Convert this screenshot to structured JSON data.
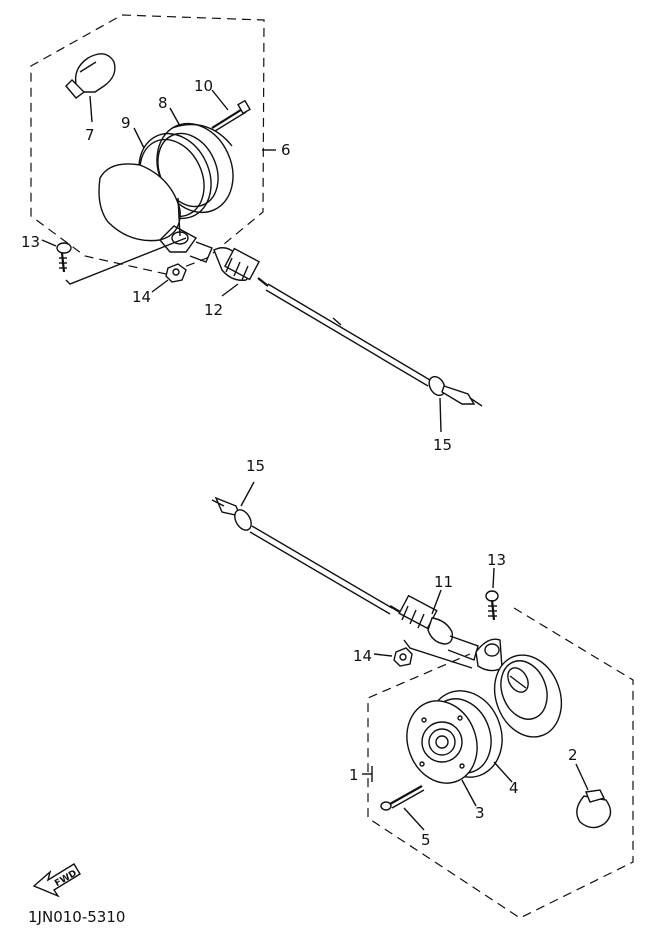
{
  "diagram": {
    "drawing_code": "1JN010-5310",
    "direction_label": "FWD",
    "callouts": {
      "c1": "1",
      "c2": "2",
      "c3": "3",
      "c4": "4",
      "c5": "5",
      "c6": "6",
      "c7": "7",
      "c8": "8",
      "c9": "9",
      "c10": "10",
      "c11": "11",
      "c12": "12",
      "c13a": "13",
      "c13b": "13",
      "c14a": "14",
      "c14b": "14",
      "c15a": "15",
      "c15b": "15"
    }
  }
}
